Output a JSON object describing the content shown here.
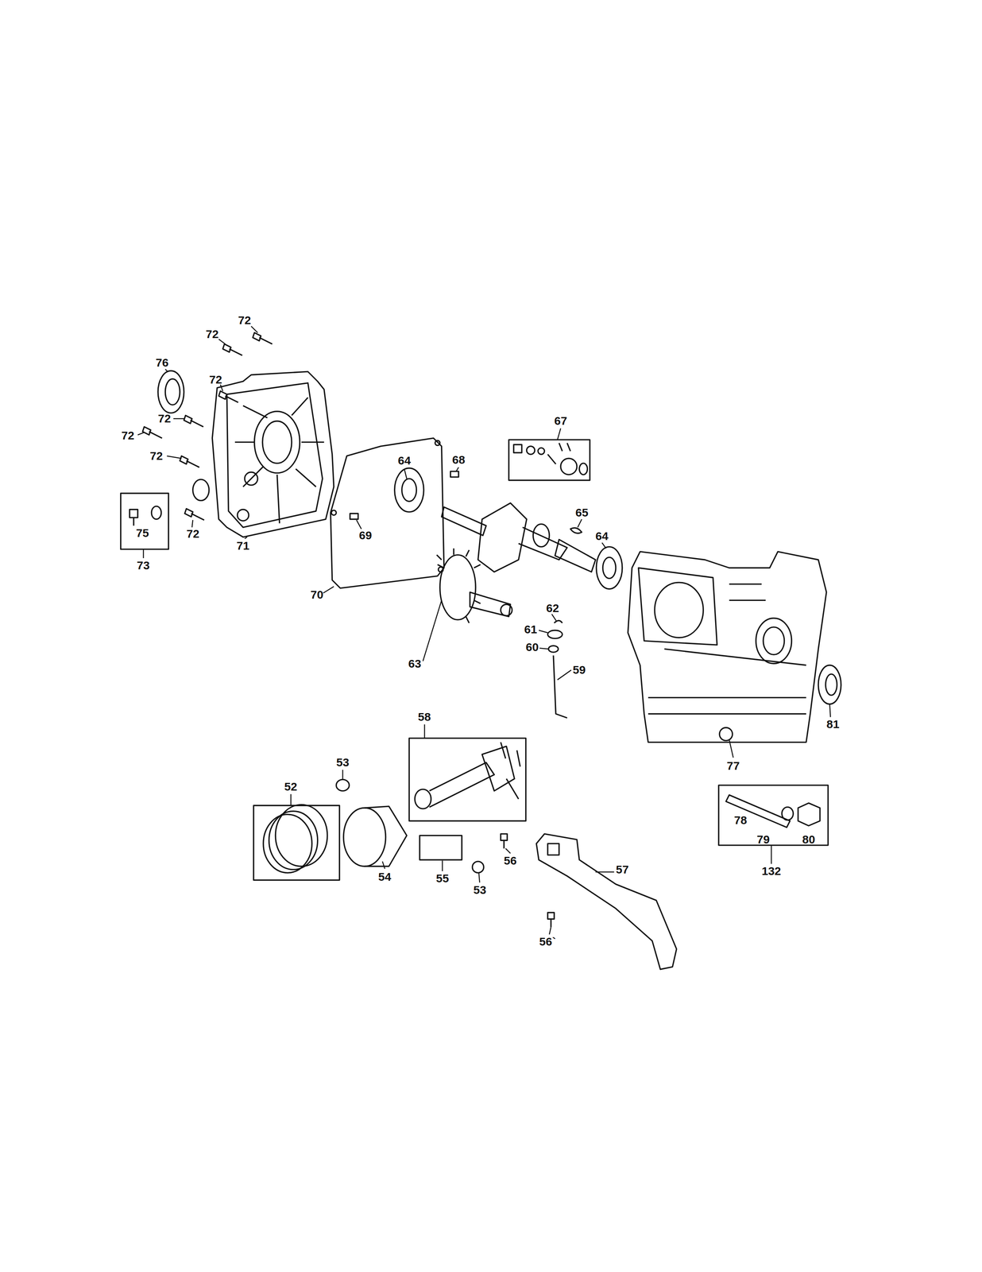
{
  "diagram": {
    "labels": [
      "72",
      "72",
      "76",
      "72",
      "72",
      "67",
      "72",
      "72",
      "64",
      "68",
      "65",
      "75",
      "72",
      "69",
      "64",
      "71",
      "73",
      "70",
      "62",
      "61",
      "60",
      "63",
      "59",
      "81",
      "58",
      "77",
      "53",
      "52",
      "78",
      "79",
      "80",
      "54",
      "56",
      "55",
      "57",
      "132",
      "53",
      "56`"
    ]
  }
}
